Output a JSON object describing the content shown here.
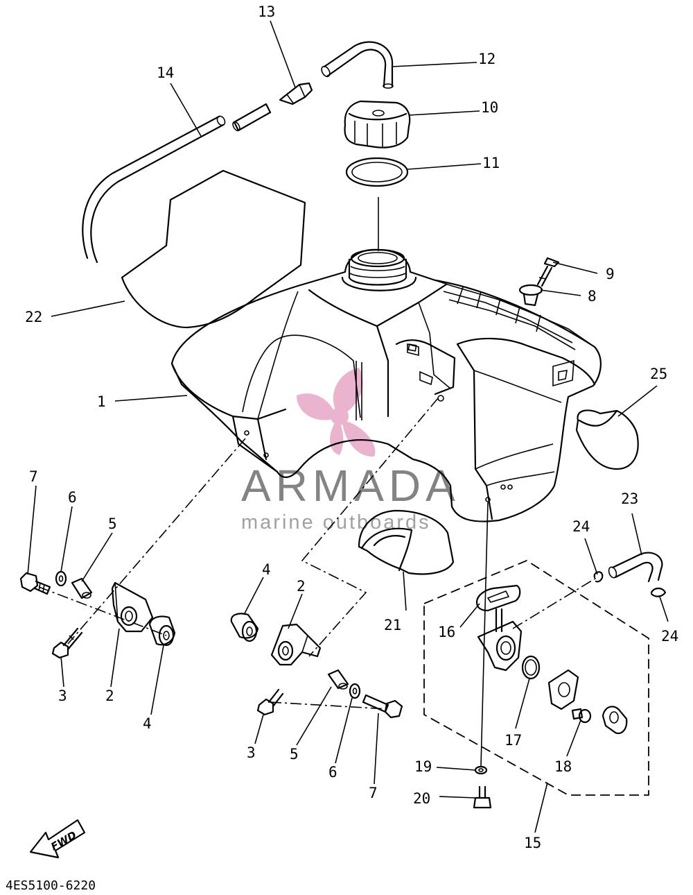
{
  "diagram": {
    "drawing_code": "4ES5100-6220",
    "fwd_label": "FWD",
    "watermark": {
      "brand": "ARMADA",
      "tagline": "marine outboards",
      "logo_color": "#e7a6c6"
    },
    "callouts": {
      "c1": "1",
      "c2a": "2",
      "c2b": "2",
      "c3a": "3",
      "c3b": "3",
      "c4a": "4",
      "c4b": "4",
      "c5a": "5",
      "c5b": "5",
      "c6a": "6",
      "c6b": "6",
      "c7a": "7",
      "c7b": "7",
      "c8": "8",
      "c9": "9",
      "c10": "10",
      "c11": "11",
      "c12": "12",
      "c13": "13",
      "c14": "14",
      "c15": "15",
      "c16": "16",
      "c17": "17",
      "c18": "18",
      "c19": "19",
      "c20": "20",
      "c21": "21",
      "c22": "22",
      "c23": "23",
      "c24a": "24",
      "c24b": "24",
      "c25": "25"
    }
  }
}
